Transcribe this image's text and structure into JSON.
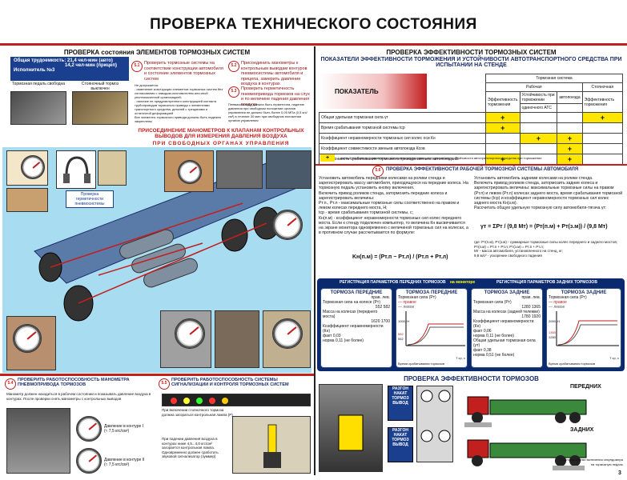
{
  "header": {
    "title": "ПРОВЕРКА ТЕХНИЧЕСКОГО СОСТОЯНИЯ",
    "page_number": "3"
  },
  "left": {
    "section_title": "ПРОВЕРКА состояния ЭЛЕМЕНТОВ ТОРМОЗНЫХ СИСТЕМ",
    "labor_label": "Общая трудоемкость:",
    "labor_value_1": "21,4 чел-мин (авто)",
    "labor_value_2": "14,2 чел-мин (прицеп)",
    "executor": "Исполнитель №3",
    "pedal_caption": "Тормозная педаль свободна",
    "parking_caption": "Стояночный тормоз выключен",
    "step1_badge": "5.1",
    "step1_text": "Проверить тормозные системы на соответствие конструкции автомобиля и состояние элементов тормозных систем",
    "step1_note": "Не допускается:\n- изменение конструкции элементов тормозных систем без согласования с заводом-изготовителем или иной уполномоченной организацией;\n- наличие не предусмотренного конструкцией контакта трубопроводов тормозного привода с элементами транспортного средства, деталей с трещинами и остаточной деформацией\nВсе элементы тормозного привода должны быть надежно закреплены",
    "step2_badge": "5.2",
    "step2_text": "Присоединить манометры к контрольным выводам контуров пневмосистемы автомобиля и прицепа, замерить давление воздуха в контурах",
    "step3_badge": "5.3",
    "step3_text": "Проверить герметичность пневмопривода тормозов на слух и по величине падения давления воздуха",
    "step3_note": "Пневмосистема должна быть герметична, падение давления при свободном положении органов управления не должно быть более 0,05 МПа (0,5 кгс/см²) в течение 30 мин при свободном положении органов управления",
    "manometer_title": "ПРИСОЕДИНЕНИЕ МАНОМЕТРОВ К КЛАПАНАМ КОНТРОЛЬНЫХ ВЫВОДОВ ДЛЯ ИЗМЕРЕНИЯ ДАВЛЕНИЯ ВОЗДУХА",
    "manometer_sub": "ПРИ СВОБОДНЫХ ОРГАНАХ УПРАВЛЕНИЯ",
    "leak_caption": "Проверка герметичности пневмосистемы",
    "step4_badge": "5.4",
    "step4_title": "ПРОВЕРИТЬ РАБОТОСПОСОБНОСТЬ МАНОМЕТРА ПНЕВМОПРИВОДА ТОРМОЗОВ",
    "step4_text": "Манометр должен находиться в рабочем состоянии и показывать давление воздуха в контурах. После проверки снять манометры с контрольных выводов",
    "gauge1_label": "Давление в контуре I\n(≈ 7,5 кгс/см²)",
    "gauge2_label": "Давление в контуре II\n(≈ 7,5 кгс/см²)",
    "step5_badge": "5.5",
    "step5_title": "ПРОВЕРИТЬ РАБОТОСПОСОБНОСТЬ СИСТЕМЫ СИГНАЛИЗАЦИИ И КОНТРОЛЯ ТОРМОЗНЫХ СИСТЕМ",
    "step5_text": "При включении стояночного тормоза должна загораться контрольная лампа (Р)",
    "step5_note": "При падении давления воздуха в контурах ниже 4,5...4,0 кгс/см² загорается контрольная лампа. Одновременно должен сработать звуковой сигнализатор (зуммер)"
  },
  "right": {
    "section_title": "ПРОВЕРКА ЭФФЕКТИВНОСТИ ТОРМОЗНЫХ СИСТЕМ",
    "table_title": "ПОКАЗАТЕЛИ ЭФФЕКТИВНОСТИ ТОРМОЖЕНИЯ И УСТОЙЧИВОСТИ АВТОТРАНСПОРТНОГО СРЕДСТВА ПРИ ИСПЫТАНИИ НА СТЕНДЕ",
    "table_head": "ПОКАЗАТЕЛЬ",
    "col_group": "Тормозная система",
    "col_working": "Рабочая",
    "col_parking": "Стояночная",
    "col_eff": "Эффективность торможения",
    "col_stab": "Устойчивость при торможении",
    "col_atc": "одиночного АТС",
    "col_train": "автопоезда",
    "col_eff2": "Эффективность торможения",
    "rows": [
      "Общая удельная тормозная сила γт",
      "Время срабатывания тормозной системы tср",
      "Коэффициент неравномерности тормозных сил колес оси Кн",
      "Коэффициент совместимости звеньев автопоезда Ксов",
      "Асинхронность срабатывания тормозного привода звеньев автопоезда Δt"
    ],
    "legend": "- данный показатель применяется при оценке эффективности торможения и устойчивости автотранспортного средства при торможении",
    "work_badge": "5.6",
    "work_title": "ПРОВЕРКА ЭФФЕКТИВНОСТИ РАБОЧЕЙ ТОРМОЗНОЙ СИСТЕМЫ АВТОМОБИЛЯ",
    "work_text_left": "Установить автомобиль передними колесами на ролики стенда и зарегистрировать массу автомобиля, приходящуюся на передние колеса. На тормозную педаль установить кнопку включения.\nВключить привод роликов стенда, затормозить передние колеса и зарегистрировать величины:\nPт.п., Pт.л - максимальные тормозные силы соответственно на правом и левом колесах переднего моста, Н;\ntср - время срабатывания тормозной системы, с;\nКн(п.м) - коэффициент неравномерности тормозных сил колес переднего моста. Если к стенду подключен компьютер, то величина Кн высвечивается на экране монитора одновременно с величиной тормозных сил на колесах, а в противном случае рассчитывается по формуле:",
    "formula_kn": "Kн(п.м) = (Pт.п − Pт.л) / (Pт.п + Pт.л)",
    "work_text_right": "Установить автомобиль задними колесами на ролики стенда.\nВключить привод роликов стенда, затормозить задние колеса и зарегистрировать величины: максимальные тормозные силы на правом (Pт.п) и левом (Pт.л) колесах заднего моста, время срабатывания тормозной системы (tср) и коэффициент неравномерности тормозных сил колес заднего моста Кн(з.м).\nРассчитать общую удельную тормозную силу автомобиля-тягача γт:",
    "formula_gamma": "γт = ΣPт / (9,8 Mт) = (Pт(п.м) + Pт(з.м)) / (9,8 Mт)",
    "formula_note": "где: Pт(п.м), Pт(з.м) - суммарные тормозные силы колес переднего и заднего мостов;\nPт(п.м) = Pт.п + Pт.л; Pт(з.м) = Pт.п + Pт.л;\nMт - масса автомобиля, установленного на стенд, кг;\n9,8 м/с² - ускорение свободного падения",
    "monitor_left": "РЕГИСТРАЦИЯ ПАРАМЕТРОВ ПЕРЕДНИХ ТОРМОЗОВ",
    "monitor_mid": "на мониторе",
    "monitor_right": "РЕГИСТРАЦИЯ ПАРАМЕТРОВ ЗАДНИХ ТОРМОЗОВ",
    "card1": {
      "title": "ТОРМОЗА ПЕРЕДНИЕ",
      "h": "прав.  лев.",
      "l1": "Тормозная сила на колесе (Pт)",
      "v1": "552   582",
      "l2": "Масса на колесах (переднего моста)",
      "v2": "1620  1700",
      "l3": "Коэффициент неравномерности (Кн)",
      "v3": "",
      "l4": "факт",
      "v4": "0,03",
      "l5": "норма",
      "v5": "0,11 (не более)"
    },
    "card2": {
      "title": "ТОРМОЗА ПЕРЕДНИЕ",
      "l1": "Тормозная сила (Pт)",
      "leg1": "— правое",
      "leg2": "— левое",
      "y1": "1000, Н",
      "y2": "582",
      "y3": "552",
      "x": "T cр, c",
      "cap": "Время срабатывания тормозов"
    },
    "card3": {
      "title": "ТОРМОЗА ЗАДНИЕ",
      "h": "прав.  лев.",
      "l1": "Тормозная сила (Pт)",
      "v1": "1280  1365",
      "l2": "Масса на колесах (задней тележки)",
      "v2": "1780  1920",
      "l3": "Коэффициент неравномерности (Кн)",
      "v4": "0,06",
      "l4": "факт",
      "v5": "0,11 (не более)",
      "l5": "норма",
      "l6": "Общая удельная тормозная сила (γт)",
      "v6": "0,38",
      "l7": "факт",
      "v7": "0,51 (не более)",
      "l8": "норма"
    },
    "card4": {
      "title": "ТОРМОЗА ЗАДНИЕ",
      "l1": "Тормозная сила (Pт)",
      "leg1": "— правое",
      "leg2": "— левое",
      "y1": "2000, Н",
      "y2": "1365",
      "y3": "1280",
      "x": "T cр, c",
      "cap": "Время срабатывания тормозов"
    },
    "check_title": "ПРОВЕРКА ЭФФЕКТИВНОСТИ ТОРМОЗОВ",
    "stand1": "РАЗГОН\nНАКАТ\nТОРМОЗ\nВЫВОД",
    "stand2": "РАЗГОН\nНАКАТ\nТОРМОЗ\nВЫВОД",
    "front_label": "ПЕРЕДНИХ",
    "rear_label": "ЗАДНИХ",
    "button_caption": "Установка кнопки включения секундомера на тормозную педаль"
  },
  "colors": {
    "accent_red": "#c21f1f",
    "navy": "#1a2d6b",
    "yellow": "#ffe600",
    "sky": "#a8dcf0",
    "stand_blue": "#1b3f8f"
  }
}
